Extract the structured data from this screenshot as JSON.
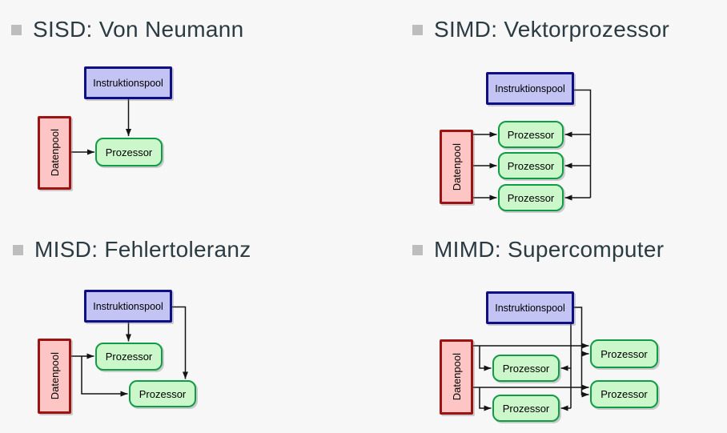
{
  "sections": [
    {
      "id": "sisd",
      "title": "SISD: Von Neumann"
    },
    {
      "id": "simd",
      "title": "SIMD: Vektorprozessor"
    },
    {
      "id": "misd",
      "title": "MISD: Fehlertoleranz"
    },
    {
      "id": "mimd",
      "title": "MIMD: Supercomputer"
    }
  ],
  "labels": {
    "instruction_pool": "Instruktionspool",
    "data_pool": "Datenpool",
    "processor": "Prozessor"
  },
  "colors": {
    "background": "#f7f7f8",
    "title_text": "#2b3b42",
    "bullet": "#bdbdbd",
    "box_label": "#000000",
    "instruction_fill": "#c3c3f4",
    "instruction_border": "#0e0e86",
    "processor_fill": "#ccf7cb",
    "processor_border": "#109c45",
    "data_fill": "#fdc6c5",
    "data_border": "#9e1212",
    "arrow": "#141414"
  }
}
